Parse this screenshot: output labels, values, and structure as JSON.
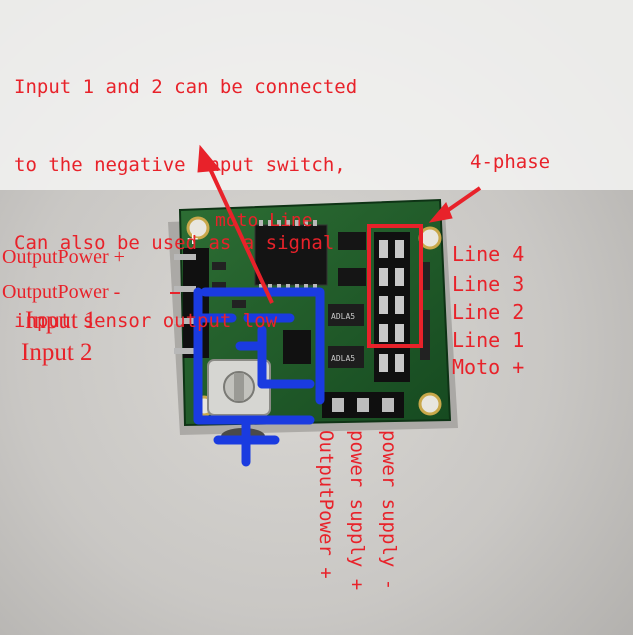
{
  "annotation_color": "#e8222a",
  "marker_color": "#1a3be0",
  "board_color": "#1f5c2a",
  "note": {
    "lines": [
      "Input 1 and 2 can be connected",
      "to the negative input switch,",
      "Can also be used as a signal",
      "input sensor output low"
    ]
  },
  "header_label": "4-phase",
  "board_label": "moto Line",
  "left_labels": {
    "output_power_plus": "OutputPower +",
    "output_power_minus": "OutputPower -",
    "input_1": "Input 1",
    "input_2": "Input 2"
  },
  "right_labels": {
    "line_4": "Line 4",
    "line_3": "Line 3",
    "line_2": "Line 2",
    "line_1": "Line 1",
    "moto_plus": "Moto +"
  },
  "bottom_labels": {
    "output_power_plus": "OutputPower +",
    "power_supply_plus": "power supply +",
    "power_supply_minus": "power supply -"
  },
  "chip_markings": [
    "ADLA5",
    "ADLA5"
  ],
  "silkscreen_plus": "+"
}
